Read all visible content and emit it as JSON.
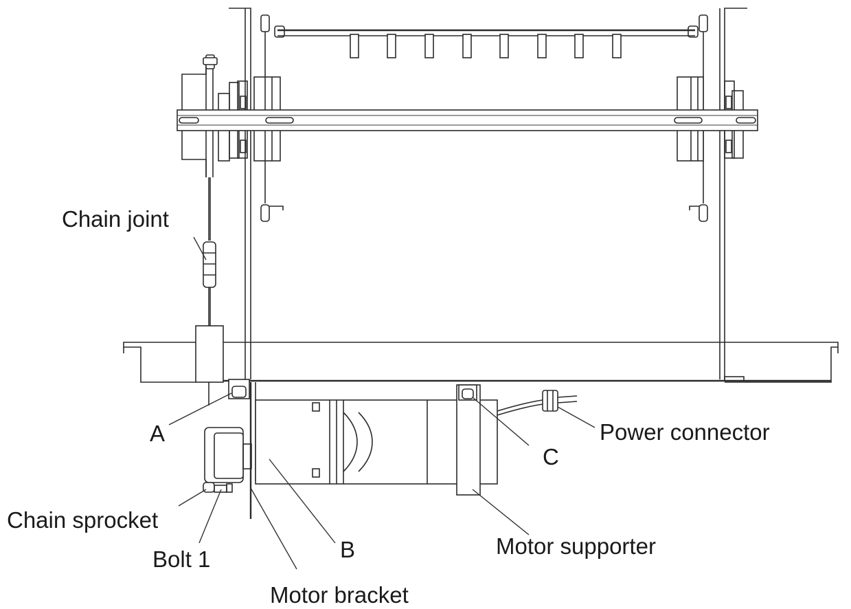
{
  "labels": {
    "chain_joint": "Chain joint",
    "point_a": "A",
    "point_b": "B",
    "point_c": "C",
    "power_connector": "Power connector",
    "chain_sprocket": "Chain sprocket",
    "bolt_1": "Bolt 1",
    "motor_bracket": "Motor bracket",
    "motor_supporter": "Motor supporter"
  }
}
